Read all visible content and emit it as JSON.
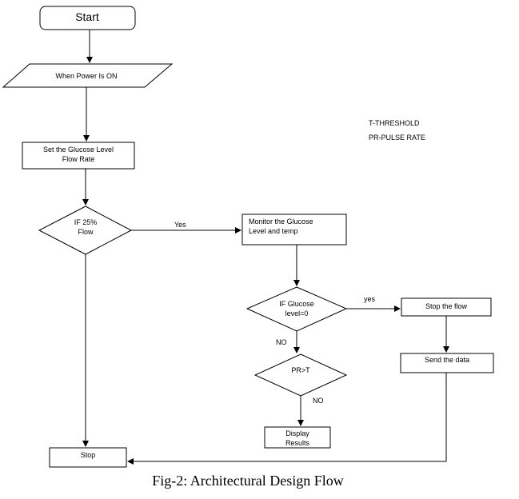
{
  "nodes": {
    "start": "Start",
    "power_on": "When Power Is ON",
    "set_glucose": [
      "Set the Glucose Level",
      "Flow Rate"
    ],
    "if_25": [
      "IF 25%",
      "Flow"
    ],
    "monitor": [
      "Monitor the Glucose",
      "Level and temp"
    ],
    "if_glucose": [
      "IF Glucose",
      "level=0"
    ],
    "stop_flow": "Stop the flow",
    "send_data": "Send the data",
    "pr_t": "PR>T",
    "display": [
      "Display",
      "Results"
    ],
    "stop": "Stop"
  },
  "edges": {
    "yes_1": "Yes",
    "yes_2": "yes",
    "no_1": "NO",
    "no_2": "NO"
  },
  "legend": [
    "T-THRESHOLD",
    "PR-PULSE RATE"
  ],
  "caption": "Fig-2: Architectural Design Flow"
}
